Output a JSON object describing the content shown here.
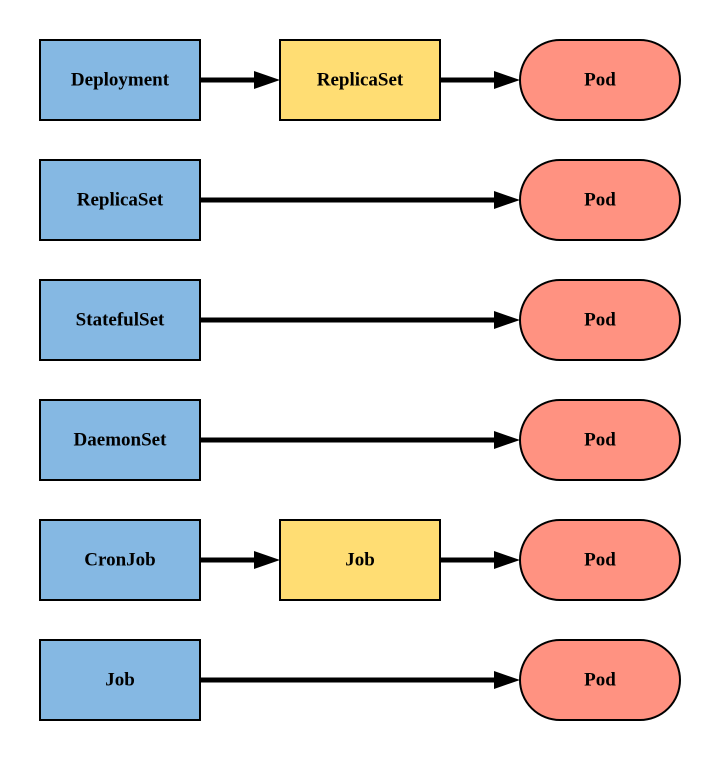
{
  "colors": {
    "controller": "#85b8e3",
    "intermediate": "#ffdd73",
    "pod": "#ff9281",
    "stroke": "#000000"
  },
  "rows": [
    {
      "controller": "Deployment",
      "intermediate": "ReplicaSet",
      "pod": "Pod"
    },
    {
      "controller": "ReplicaSet",
      "intermediate": "",
      "pod": "Pod"
    },
    {
      "controller": "StatefulSet",
      "intermediate": "",
      "pod": "Pod"
    },
    {
      "controller": "DaemonSet",
      "intermediate": "",
      "pod": "Pod"
    },
    {
      "controller": "CronJob",
      "intermediate": "Job",
      "pod": "Pod"
    },
    {
      "controller": "Job",
      "intermediate": "",
      "pod": "Pod"
    }
  ]
}
